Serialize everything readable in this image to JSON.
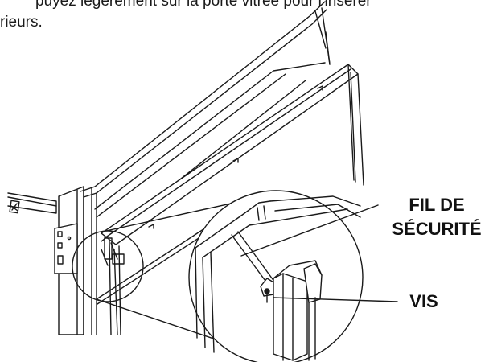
{
  "instruction": {
    "line1": "puyez légèrement sur la porte vitrée pour l'insérer",
    "line2": "rieurs."
  },
  "callouts": {
    "fil_de_securite_line1": "FIL DE",
    "fil_de_securite_line2": "SÉCURITÉ",
    "vis": "VIS"
  },
  "colors": {
    "line": "#1a1a1a",
    "text": "#111111",
    "background": "#ffffff"
  }
}
